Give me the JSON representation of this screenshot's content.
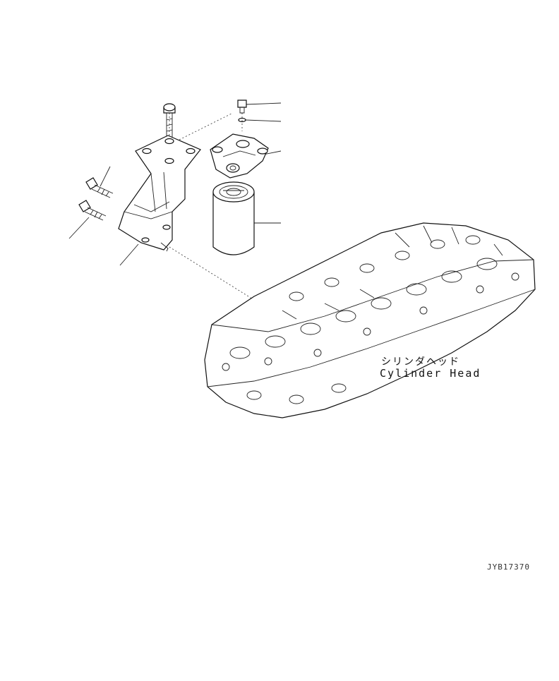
{
  "diagram": {
    "labels": {
      "part_name_jp": "シリンダヘッド",
      "part_name_en": "Cylinder Head"
    },
    "drawing_code": "JYB17370",
    "parts": [
      {
        "name": "bolt-top"
      },
      {
        "name": "bolt-small"
      },
      {
        "name": "o-ring"
      },
      {
        "name": "filter-head"
      },
      {
        "name": "filter-cartridge"
      },
      {
        "name": "bracket"
      },
      {
        "name": "bolt-left-upper"
      },
      {
        "name": "stud-left-lower"
      },
      {
        "name": "cylinder-head"
      }
    ]
  }
}
